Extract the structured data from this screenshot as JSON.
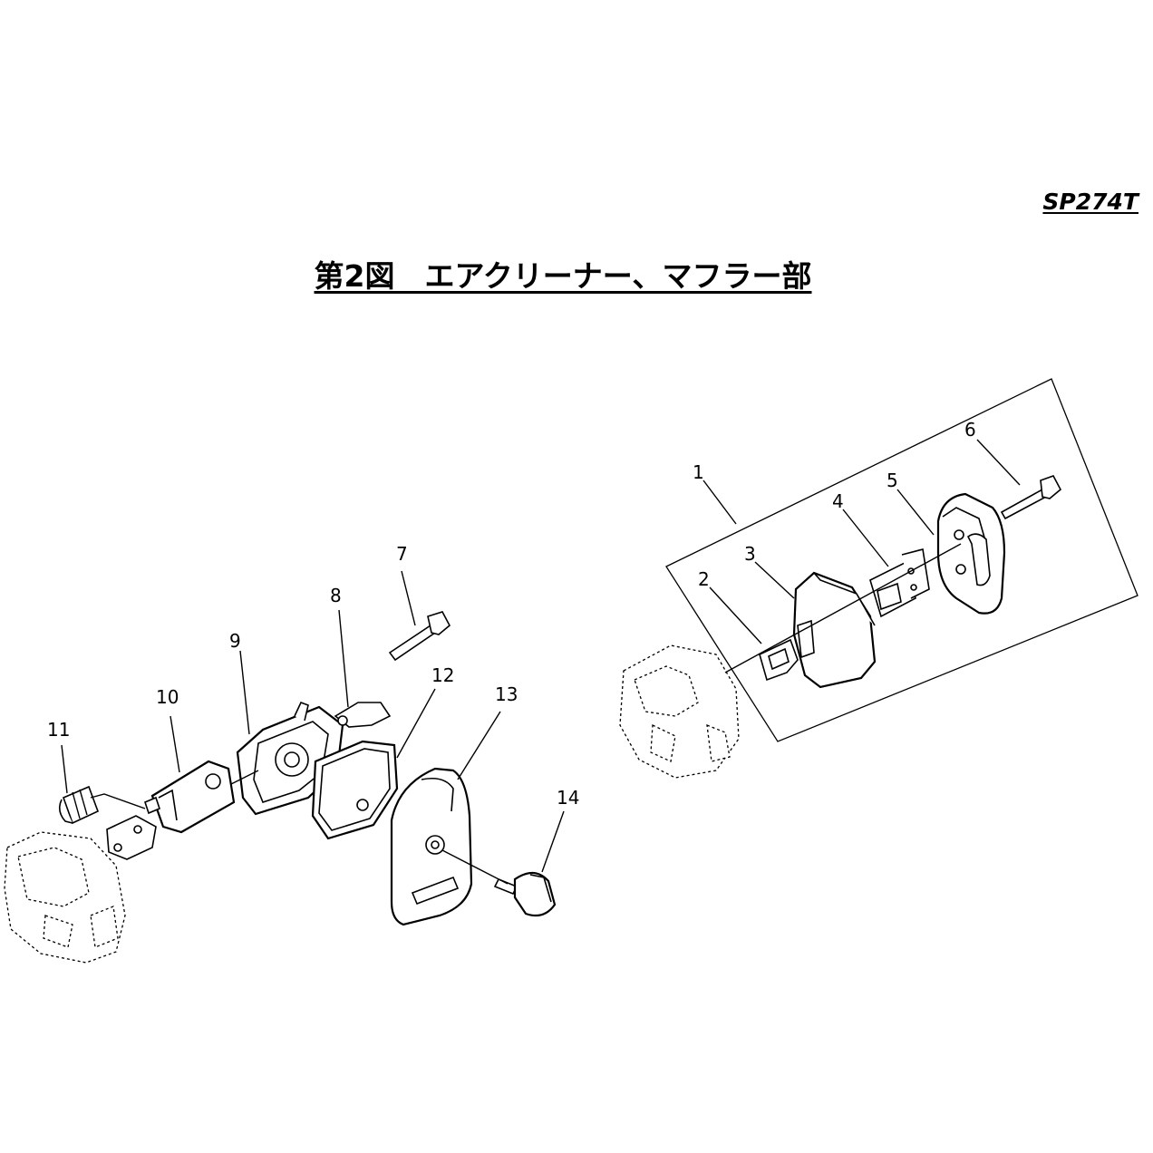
{
  "header": {
    "model_code": "SP274T",
    "figure_title": "第2図　エアクリーナー、マフラー部"
  },
  "callouts": {
    "c1": "1",
    "c2": "2",
    "c3": "3",
    "c4": "4",
    "c5": "5",
    "c6": "6",
    "c7": "7",
    "c8": "8",
    "c9": "9",
    "c10": "10",
    "c11": "11",
    "c12": "12",
    "c13": "13",
    "c14": "14"
  }
}
